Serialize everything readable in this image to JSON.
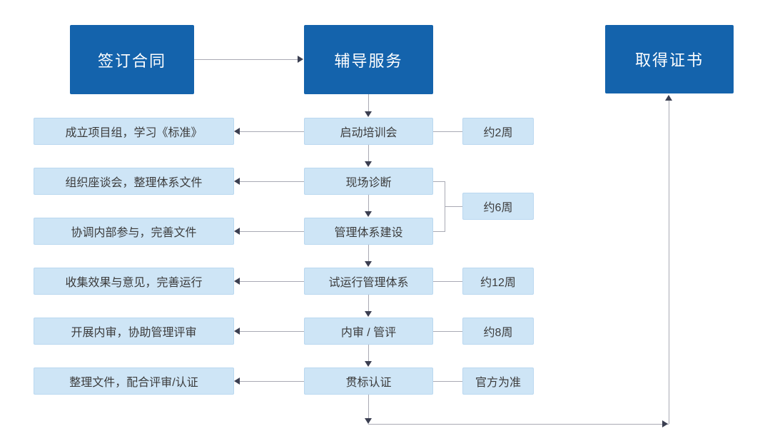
{
  "palette": {
    "stage_fill": "#1463ac",
    "stage_text": "#ffffff",
    "step_fill": "#cee5f6",
    "step_text": "#3c3c3c",
    "line": "#a9aab4",
    "arrowhead": "#3b3f51"
  },
  "stages": [
    {
      "label": "签订合同"
    },
    {
      "label": "辅导服务"
    },
    {
      "label": "取得证书"
    }
  ],
  "rows": [
    {
      "left": "成立项目组，学习《标准》",
      "center": "启动培训会"
    },
    {
      "left": "组织座谈会，整理体系文件",
      "center": "现场诊断"
    },
    {
      "left": "协调内部参与，完善文件",
      "center": "管理体系建设"
    },
    {
      "left": "收集效果与意见，完善运行",
      "center": "试运行管理体系"
    },
    {
      "left": "开展内审，协助管理评审",
      "center": "内审 / 管评"
    },
    {
      "left": "整理文件，配合评审/认证",
      "center": "贯标认证"
    }
  ],
  "durations": [
    {
      "label": "约2周",
      "applies_to": [
        "启动培训会"
      ]
    },
    {
      "label": "约6周",
      "applies_to": [
        "现场诊断",
        "管理体系建设"
      ]
    },
    {
      "label": "约12周",
      "applies_to": [
        "试运行管理体系"
      ]
    },
    {
      "label": "约8周",
      "applies_to": [
        "内审 / 管评"
      ]
    },
    {
      "label": "官方为准",
      "applies_to": [
        "贯标认证"
      ]
    }
  ]
}
